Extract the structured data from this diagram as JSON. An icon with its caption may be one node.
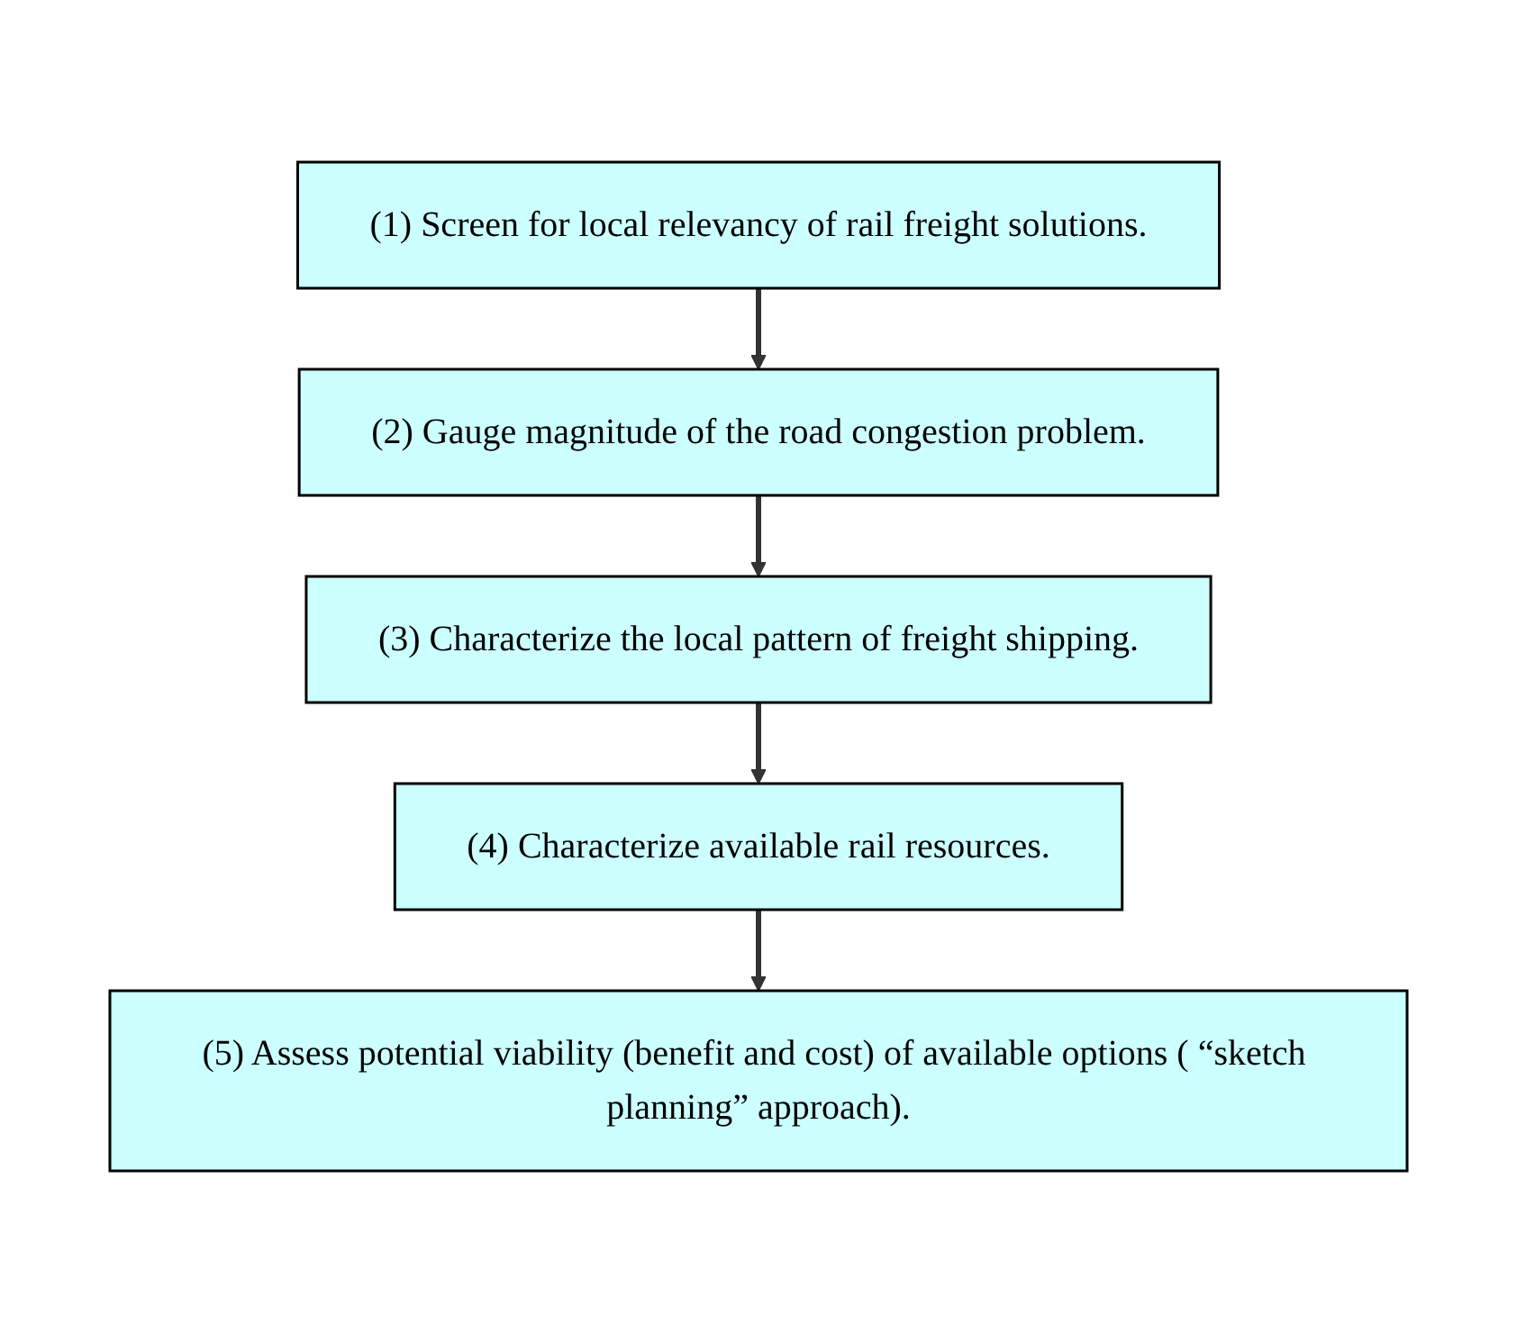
{
  "diagram": {
    "nodes": [
      {
        "text": [
          "(1) Screen for local relevancy of rail freight solutions."
        ]
      },
      {
        "text": [
          "(2) Gauge magnitude of the road congestion problem."
        ]
      },
      {
        "text": [
          "(3) Characterize the local pattern of freight shipping."
        ]
      },
      {
        "text": [
          "(4) Characterize available rail resources."
        ]
      },
      {
        "text": [
          "(5) Assess potential viability (benefit and cost) of available options ( “sketch planning” approach)."
        ]
      }
    ],
    "edges": [
      {
        "from": 0,
        "to": 1,
        "arrow": "to"
      },
      {
        "from": 1,
        "to": 2,
        "arrow": "to"
      },
      {
        "from": 2,
        "to": 3,
        "arrow": "to"
      },
      {
        "from": 3,
        "to": 4,
        "arrow": "to"
      }
    ]
  }
}
